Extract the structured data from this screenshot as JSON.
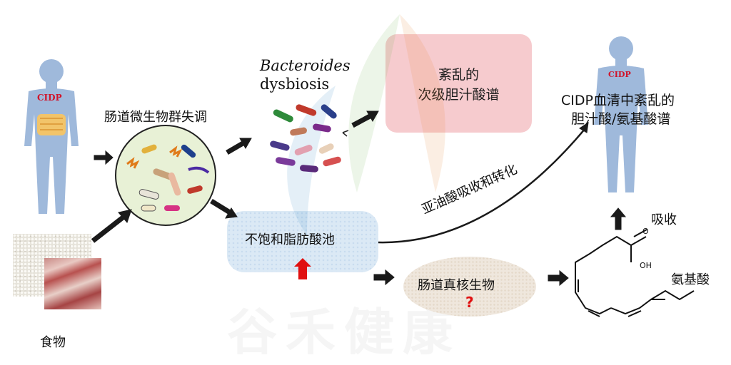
{
  "labels": {
    "cidp_left": "CIDP",
    "cidp_right": "CIDP",
    "dysbiosis": "肠道微生物群失调",
    "bacteroides": "Bacteroides",
    "dysbiosis_word": "dysbiosis",
    "disordered_line1": "紊乱的",
    "disordered_line2": "次级胆汁酸谱",
    "serum_line1": "CIDP血清中紊乱的",
    "serum_line2": "胆汁酸/氨基酸谱",
    "linoleic_absorb": "亚油酸吸收和转化",
    "pufa_pool": "不饱和脂肪酸池",
    "gut_eukaryote": "肠道真核生物",
    "question_mark": "?",
    "absorb": "吸收",
    "amino_acid": "氨基酸",
    "oh": "OH",
    "o": "O",
    "food": "食物",
    "watermark": "谷禾健康"
  },
  "colors": {
    "body_blue": "#9fb9db",
    "arrow_dark": "#1a1a1a",
    "up_arrow_red": "#e01010",
    "cidp_red": "#d0142a",
    "pink_box": "#f6c9cc"
  }
}
